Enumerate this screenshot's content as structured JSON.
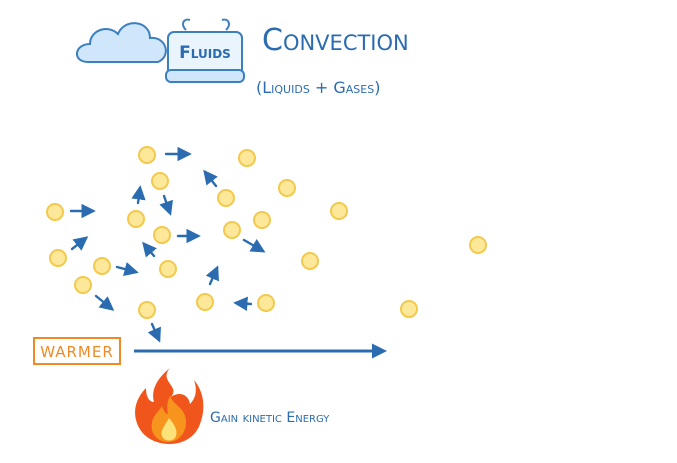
{
  "header": {
    "badge_label": "Fluids",
    "title": "Convection",
    "subtitle": "(Liquids + Gases)"
  },
  "labels": {
    "warmer": "WARMER",
    "gain_energy": "Gain kinetic Energy"
  },
  "icons": {
    "cloud": "cloud-icon",
    "fluid_container": "beaker-icon",
    "flame": "flame-icon"
  },
  "colors": {
    "ink_blue": "#2b6cb0",
    "particle_fill": "#fde89a",
    "particle_stroke": "#f2c94c",
    "warm_orange": "#f08a24",
    "cloud_fill": "#cfe6fb",
    "flame_outer": "#f0561c",
    "flame_mid": "#f7941d",
    "flame_inner": "#fde27a"
  }
}
